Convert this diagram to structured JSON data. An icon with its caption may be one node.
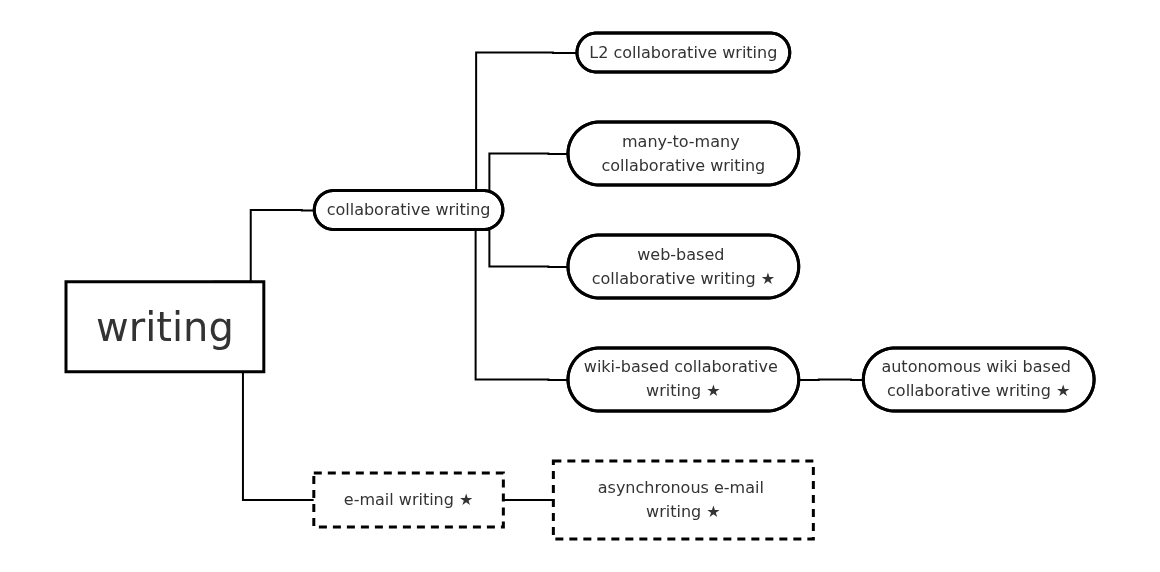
{
  "diagram": {
    "nodes": [
      {
        "text": [
          "writing"
        ]
      },
      {
        "text": [
          "collaborative writing"
        ]
      },
      {
        "text": [
          "L2 collaborative writing"
        ]
      },
      {
        "text": [
          "many-to-many collaborative writing"
        ]
      },
      {
        "text": [
          "web-based collaborative writing ★"
        ]
      },
      {
        "text": [
          "wiki-based collaborative writing ★"
        ]
      },
      {
        "text": [
          "autonomous wiki based collaborative writing ★"
        ]
      },
      {
        "text": [
          "e-mail writing ★"
        ]
      },
      {
        "text": [
          "asynchronous e-mail writing ★"
        ]
      }
    ],
    "edges": [
      {
        "from": 0,
        "to": 1,
        "arrow": "none"
      },
      {
        "from": 0,
        "to": 7,
        "arrow": "none"
      },
      {
        "from": 1,
        "to": 2,
        "arrow": "none"
      },
      {
        "from": 1,
        "to": 3,
        "arrow": "none"
      },
      {
        "from": 1,
        "to": 4,
        "arrow": "none"
      },
      {
        "from": 1,
        "to": 5,
        "arrow": "none"
      },
      {
        "from": 5,
        "to": 6,
        "arrow": "none"
      },
      {
        "from": 7,
        "to": 8,
        "arrow": "none"
      }
    ]
  }
}
